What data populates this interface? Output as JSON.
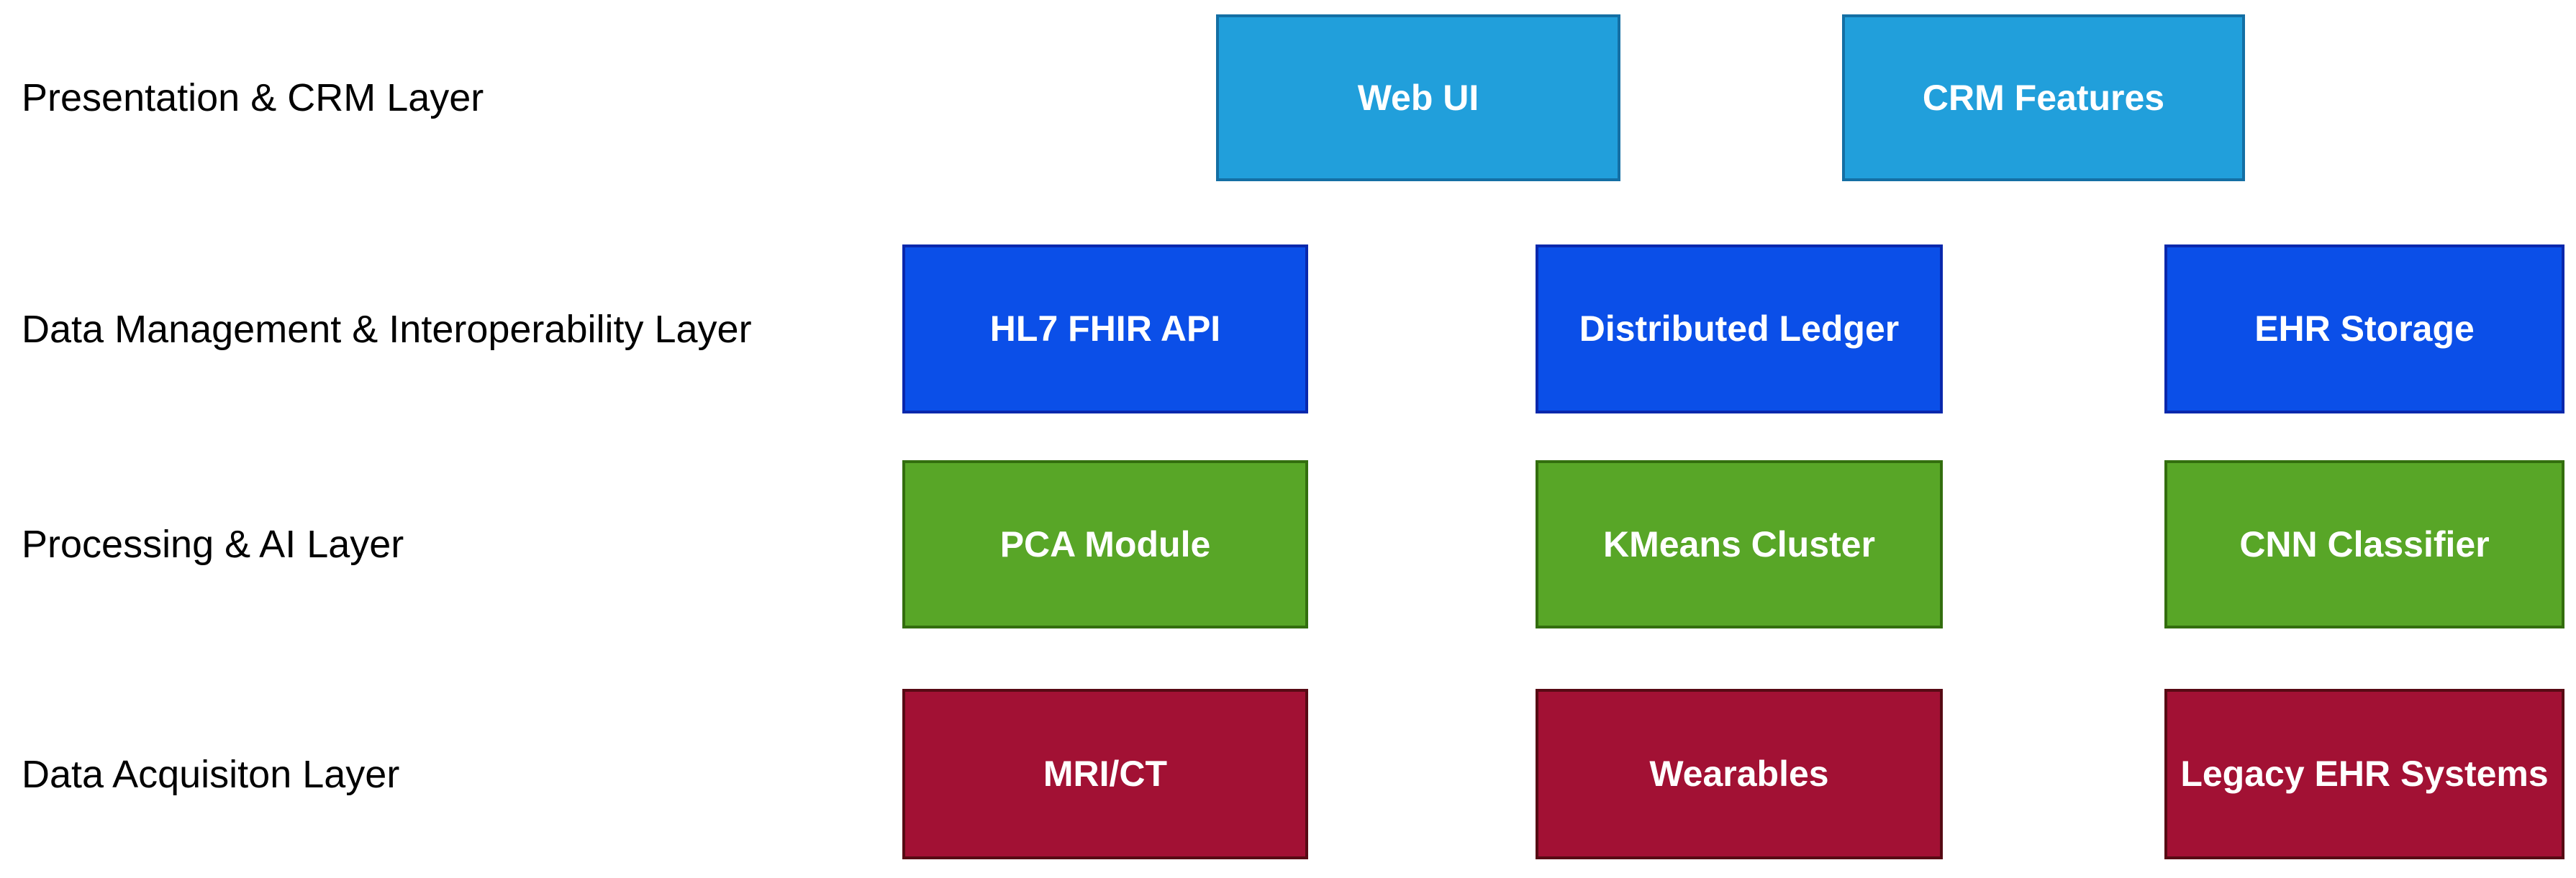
{
  "diagram": {
    "background_color": "#ffffff",
    "label_text_color": "#000000",
    "node_text_color": "#ffffff",
    "layers": [
      {
        "label": "Presentation & CRM Layer",
        "fill": "#219FDB",
        "border": "#146FA4",
        "nodes": [
          {
            "label": "Web UI"
          },
          {
            "label": "CRM Features"
          }
        ]
      },
      {
        "label": "Data Management & Interoperability Layer",
        "fill": "#0B4FE8",
        "border": "#0928AC",
        "nodes": [
          {
            "label": "HL7 FHIR API"
          },
          {
            "label": "Distributed Ledger"
          },
          {
            "label": "EHR Storage"
          }
        ]
      },
      {
        "label": "Processing & AI Layer",
        "fill": "#58A627",
        "border": "#336E0E",
        "nodes": [
          {
            "label": "PCA Module"
          },
          {
            "label": "KMeans Cluster"
          },
          {
            "label": "CNN Classifier"
          }
        ]
      },
      {
        "label": "Data Acquisiton Layer",
        "fill": "#A21134",
        "border": "#570A14",
        "nodes": [
          {
            "label": "MRI/CT"
          },
          {
            "label": "Wearables"
          },
          {
            "label": "Legacy EHR Systems"
          }
        ]
      }
    ]
  }
}
